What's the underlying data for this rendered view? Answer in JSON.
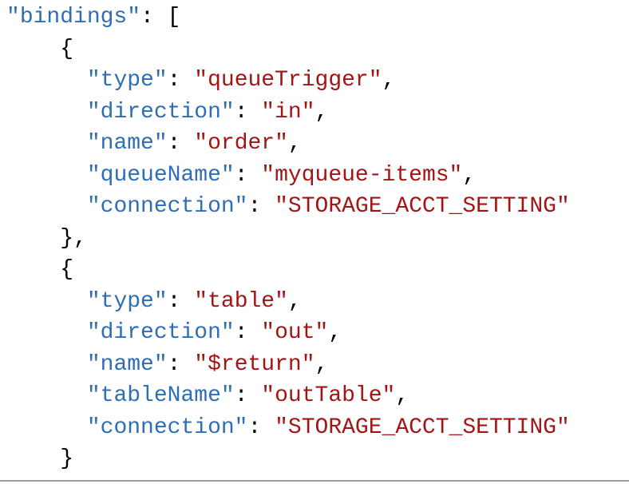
{
  "code": {
    "root_key": "bindings",
    "bindings": [
      [
        {
          "key": "type",
          "value": "queueTrigger"
        },
        {
          "key": "direction",
          "value": "in"
        },
        {
          "key": "name",
          "value": "order"
        },
        {
          "key": "queueName",
          "value": "myqueue-items"
        },
        {
          "key": "connection",
          "value": "STORAGE_ACCT_SETTING"
        }
      ],
      [
        {
          "key": "type",
          "value": "table"
        },
        {
          "key": "direction",
          "value": "out"
        },
        {
          "key": "name",
          "value": "$return"
        },
        {
          "key": "tableName",
          "value": "outTable"
        },
        {
          "key": "connection",
          "value": "STORAGE_ACCT_SETTING"
        }
      ]
    ]
  },
  "colors": {
    "key": "#2f6db5",
    "string": "#a31515"
  }
}
